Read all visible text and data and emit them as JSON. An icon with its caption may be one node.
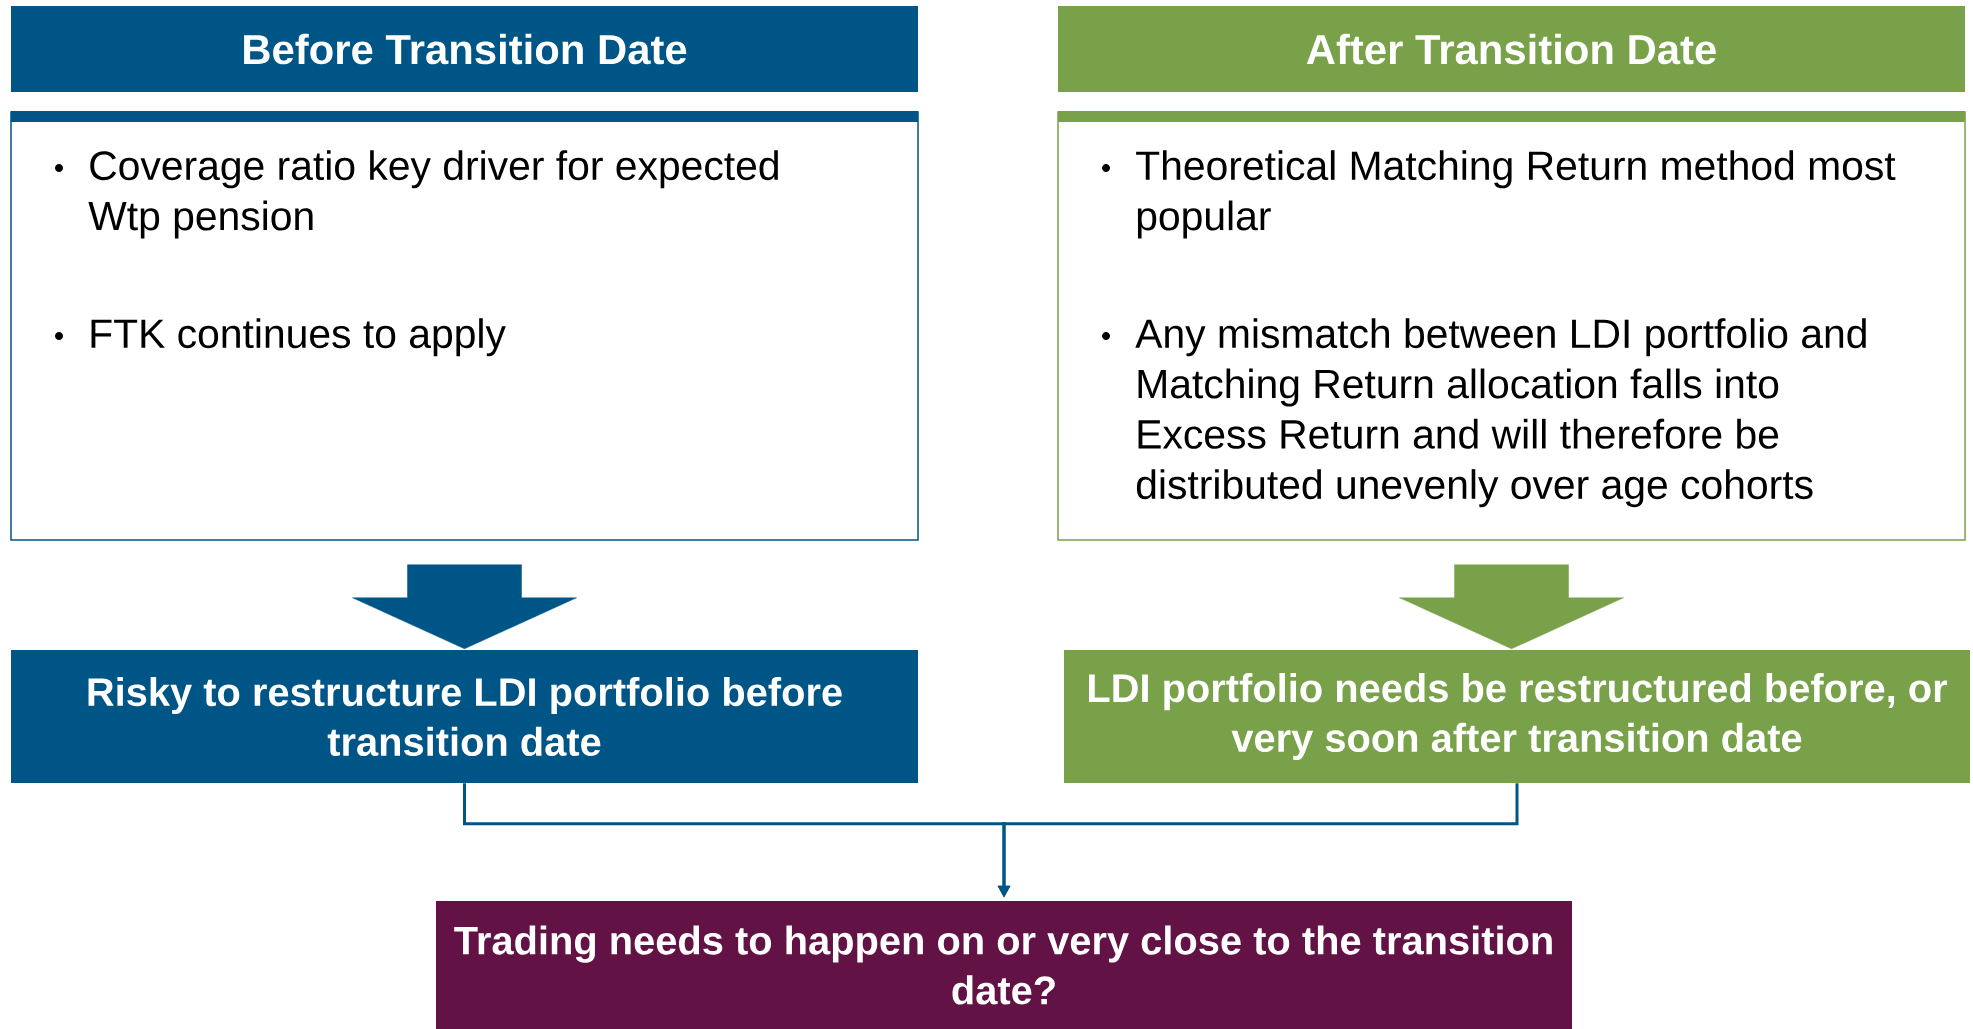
{
  "diagram": {
    "nodes": [
      {
        "text": [
          "Before Transition Date"
        ]
      },
      {
        "text": [
          "Coverage ratio key driver for expected Wtp pension",
          "FTK continues to apply"
        ]
      },
      {
        "text": [
          "After Transition Date"
        ]
      },
      {
        "text": [
          "Theoretical Matching Return method most popular",
          "Any mismatch between LDI portfolio and Matching Return allocation falls into Excess Return and will therefore be distributed unevenly over age cohorts"
        ]
      },
      {
        "text": [
          "Risky to restructure LDI portfolio before transition date"
        ]
      },
      {
        "text": [
          "LDI portfolio needs be restructured before, or very soon after transition date"
        ]
      },
      {
        "text": [
          "Trading needs to happen on or very close to the transition date?"
        ]
      }
    ],
    "edges": [
      {
        "from": 1,
        "to": 4,
        "arrow": "to",
        "style": "thick"
      },
      {
        "from": 3,
        "to": 5,
        "arrow": "to",
        "style": "thick",
        "color": "#78a14a"
      },
      {
        "from": 4,
        "to": 6,
        "arrow": "to"
      },
      {
        "from": 5,
        "to": 6,
        "arrow": "to"
      }
    ]
  }
}
